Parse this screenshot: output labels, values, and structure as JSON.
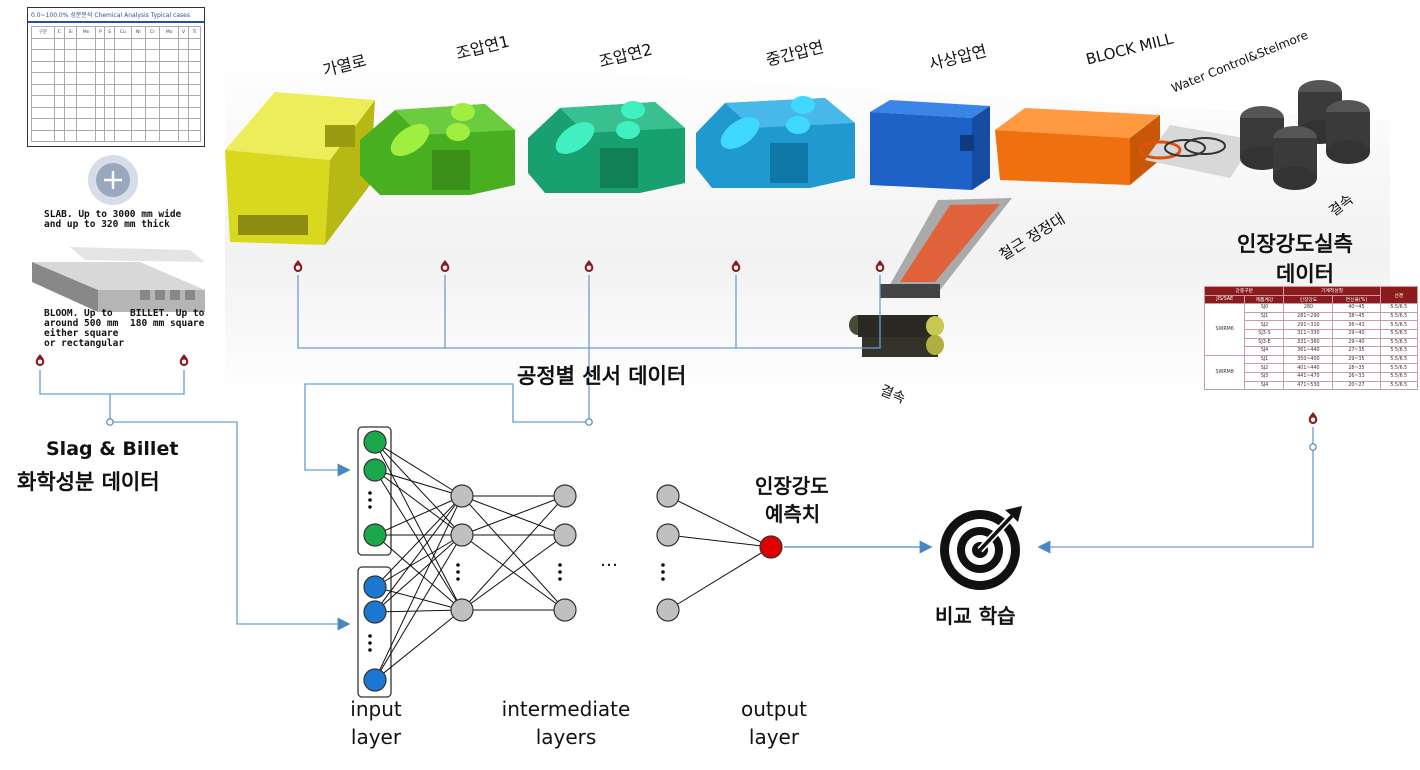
{
  "process_stages": {
    "furnace": "가열로",
    "rough1": "조압연1",
    "rough2": "조압연2",
    "intermediate": "중간압연",
    "finishing": "사상압연",
    "block_mill": "BLOCK MILL",
    "water_control": "Water Control&Stelmore",
    "cooling_bed": "철근 정정대",
    "missing_top": "결속",
    "missing_bottom": "결속"
  },
  "inputs": {
    "chem_table_title": "0.0~100.0% 성분분석 Chemical Analysis Typical cases",
    "slab_text": "SLAB. Up to 3000 mm wide and up to 320 mm thick",
    "bloom_text": "BLOOM. Up to around 500 mm either square or rectangular",
    "billet_text": "BILLET. Up to 180 mm square",
    "chem_label_line1": "Slag & Billet",
    "chem_label_line2": "화학성분 데이터",
    "sensor_label": "공정별 센서 데이터",
    "strength_label_line1": "인장강도실측",
    "strength_label_line2": "데이터"
  },
  "network": {
    "input_label_line1": "input",
    "input_label_line2": "layer",
    "intermediate_label_line1": "intermediate",
    "intermediate_label_line2": "layers",
    "output_label_line1": "output",
    "output_label_line2": "layer",
    "prediction_line1": "인장강도",
    "prediction_line2": "예측치",
    "ellipsis_h": "…",
    "compare_label": "비교 학습"
  },
  "strength_table": {
    "header1": [
      "강종구분",
      "기계적성질",
      "선경"
    ],
    "header2": [
      "JIS/SAE",
      "제품계강",
      "인장강도",
      "연신율(%)"
    ],
    "groups": [
      {
        "grade": "SWRM6",
        "rows": [
          [
            "SJ0",
            "280",
            "40~45",
            "5.5/6.5"
          ],
          [
            "SJ1",
            "281~290",
            "38~45",
            "5.5/6.5"
          ],
          [
            "SJ2",
            "291~310",
            "36~43",
            "5.5/6.5"
          ],
          [
            "SJ3-S",
            "311~330",
            "29~40",
            "5.5/6.5"
          ],
          [
            "SJ3-E",
            "331~360",
            "29~40",
            "5.5/6.5"
          ],
          [
            "SJ4",
            "361~440",
            "27~35",
            "5.5/6.5"
          ]
        ]
      },
      {
        "grade": "SWRM8",
        "rows": [
          [
            "SJ1",
            "350~400",
            "29~35",
            "5.5/6.5"
          ],
          [
            "SJ2",
            "401~440",
            "28~35",
            "5.5/6.5"
          ],
          [
            "SJ3",
            "441~470",
            "26~33",
            "5.5/6.5"
          ],
          [
            "SJ4",
            "471~530",
            "20~27",
            "5.5/6.5"
          ]
        ]
      }
    ]
  },
  "colors": {
    "arrow": "#4a86c0",
    "input_green": "#1aa84a",
    "input_blue": "#1a78d0",
    "hidden_gray": "#c0c0c0",
    "output_red": "#e00000",
    "sensor_red": "#8b1a1a",
    "furnace": "#d8d81e",
    "rough1": "#48b020",
    "rough2": "#18a070",
    "intermediate": "#2098d0",
    "finishing": "#1e62c8",
    "block_mill": "#f07010"
  },
  "icons": [
    "plus-icon",
    "target-icon",
    "sensor-icon"
  ]
}
